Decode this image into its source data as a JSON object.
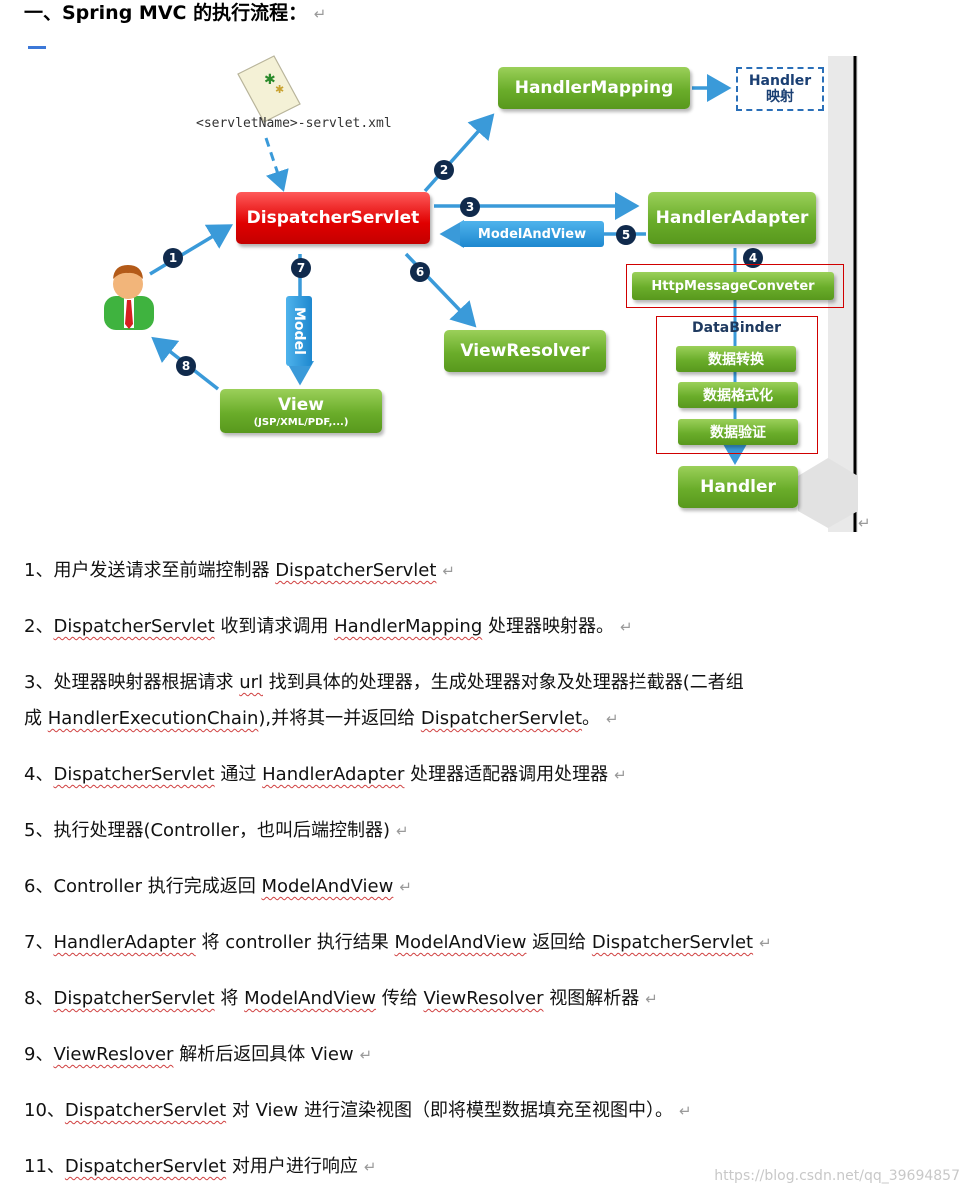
{
  "heading": "一、Spring MVC 的执行流程：",
  "return_mark": "↵",
  "diagram": {
    "servlet_file_label": "<servletName>-servlet.xml",
    "dispatcher": "DispatcherServlet",
    "handler_mapping": "HandlerMapping",
    "handler_line1": "Handler",
    "handler_line2": "映射",
    "handler_adapter": "HandlerAdapter",
    "model_and_view": "ModelAndView",
    "http_message_converter": "HttpMessageConveter",
    "data_binder": "DataBinder",
    "data_convert": "数据转换",
    "data_format": "数据格式化",
    "data_validate": "数据验证",
    "handler": "Handler",
    "view_resolver": "ViewResolver",
    "view": "View",
    "view_sub": "(JSP/XML/PDF,...)",
    "model": "Model",
    "step_numbers": [
      "1",
      "2",
      "3",
      "4",
      "5",
      "6",
      "7",
      "8"
    ],
    "colors": {
      "green": "#6aad2a",
      "red": "#e00000",
      "blue": "#2a8fd4",
      "arrow": "#3a9ad9",
      "number_badge": "#102a4c"
    }
  },
  "steps": [
    {
      "num": "1、",
      "parts": [
        {
          "t": "用户发送请求至前端控制器 "
        },
        {
          "t": "DispatcherServlet",
          "sq": true
        }
      ]
    },
    {
      "num": "2、",
      "parts": [
        {
          "t": "DispatcherServlet",
          "sq": true
        },
        {
          "t": " 收到请求调用 "
        },
        {
          "t": "HandlerMapping",
          "sq": true
        },
        {
          "t": " 处理器映射器。"
        }
      ]
    },
    {
      "num": "3、",
      "parts": [
        {
          "t": "处理器映射器根据请求 "
        },
        {
          "t": "url",
          "sq": true
        },
        {
          "t": " 找到具体的处理器，生成处理器对象及处理器拦截器(二者组"
        }
      ]
    },
    {
      "num": "",
      "parts": [
        {
          "t": "成 "
        },
        {
          "t": "HandlerExecutionChain",
          "sq": true
        },
        {
          "t": "),并将其一并返回给 "
        },
        {
          "t": "DispatcherServlet",
          "sq": true
        },
        {
          "t": "。"
        }
      ]
    },
    {
      "num": "4、",
      "parts": [
        {
          "t": "DispatcherServlet",
          "sq": true
        },
        {
          "t": " 通过 "
        },
        {
          "t": "HandlerAdapter",
          "sq": true
        },
        {
          "t": " 处理器适配器调用处理器"
        }
      ]
    },
    {
      "num": "5、",
      "parts": [
        {
          "t": "执行处理器(Controller，也叫后端控制器)"
        }
      ]
    },
    {
      "num": "6、",
      "parts": [
        {
          "t": "Controller 执行完成返回 "
        },
        {
          "t": "ModelAndView",
          "sq": true
        }
      ]
    },
    {
      "num": "7、",
      "parts": [
        {
          "t": "HandlerAdapter",
          "sq": true
        },
        {
          "t": " 将 controller 执行结果 "
        },
        {
          "t": "ModelAndView",
          "sq": true
        },
        {
          "t": " 返回给 "
        },
        {
          "t": "DispatcherServlet",
          "sq": true
        }
      ]
    },
    {
      "num": "8、",
      "parts": [
        {
          "t": "DispatcherServlet",
          "sq": true
        },
        {
          "t": " 将 "
        },
        {
          "t": "ModelAndView",
          "sq": true
        },
        {
          "t": " 传给 "
        },
        {
          "t": "ViewResolver",
          "sq": true
        },
        {
          "t": " 视图解析器"
        }
      ]
    },
    {
      "num": "9、",
      "parts": [
        {
          "t": "ViewReslover",
          "sq": true
        },
        {
          "t": " 解析后返回具体 View"
        }
      ]
    },
    {
      "num": "10、",
      "parts": [
        {
          "t": "DispatcherServlet",
          "sq": true
        },
        {
          "t": " 对 View 进行渲染视图（即将模型数据填充至视图中）。"
        }
      ]
    },
    {
      "num": "11、",
      "parts": [
        {
          "t": "DispatcherServlet",
          "sq": true
        },
        {
          "t": " 对用户进行响应"
        }
      ]
    }
  ],
  "watermark": "https://blog.csdn.net/qq_39694857"
}
